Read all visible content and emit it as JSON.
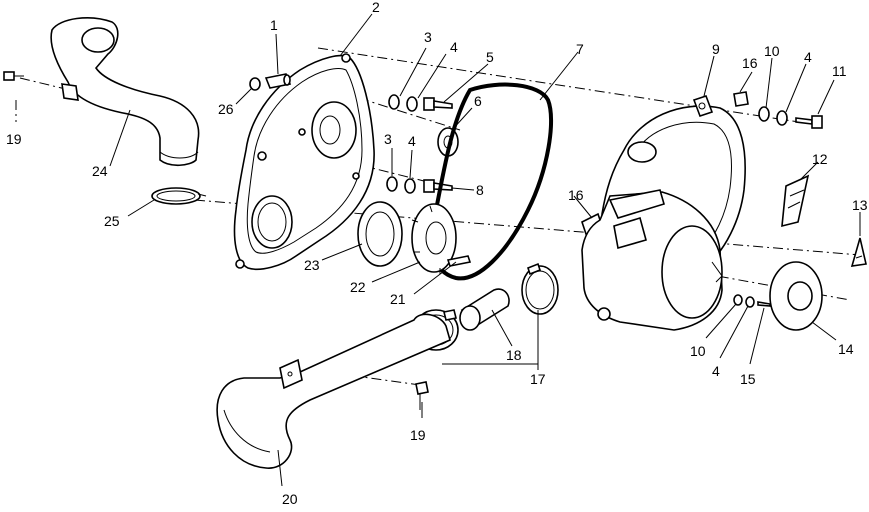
{
  "diagram": {
    "callouts": [
      {
        "id": "c1",
        "text": "1"
      },
      {
        "id": "c2",
        "text": "2"
      },
      {
        "id": "c3a",
        "text": "3"
      },
      {
        "id": "c4a",
        "text": "4"
      },
      {
        "id": "c5",
        "text": "5"
      },
      {
        "id": "c6",
        "text": "6"
      },
      {
        "id": "c7",
        "text": "7"
      },
      {
        "id": "c9",
        "text": "9"
      },
      {
        "id": "c16a",
        "text": "16"
      },
      {
        "id": "c10a",
        "text": "10"
      },
      {
        "id": "c4b",
        "text": "4"
      },
      {
        "id": "c11",
        "text": "11"
      },
      {
        "id": "c26",
        "text": "26"
      },
      {
        "id": "c3b",
        "text": "3"
      },
      {
        "id": "c4c",
        "text": "4"
      },
      {
        "id": "c8",
        "text": "8"
      },
      {
        "id": "c19a",
        "text": "19"
      },
      {
        "id": "c24",
        "text": "24"
      },
      {
        "id": "c12",
        "text": "12"
      },
      {
        "id": "c16b",
        "text": "16"
      },
      {
        "id": "c13",
        "text": "13"
      },
      {
        "id": "c25",
        "text": "25"
      },
      {
        "id": "c23",
        "text": "23"
      },
      {
        "id": "c22",
        "text": "22"
      },
      {
        "id": "c21",
        "text": "21"
      },
      {
        "id": "c18",
        "text": "18"
      },
      {
        "id": "c17",
        "text": "17"
      },
      {
        "id": "c10b",
        "text": "10"
      },
      {
        "id": "c4d",
        "text": "4"
      },
      {
        "id": "c15",
        "text": "15"
      },
      {
        "id": "c14",
        "text": "14"
      },
      {
        "id": "c19b",
        "text": "19"
      },
      {
        "id": "c20",
        "text": "20"
      }
    ]
  }
}
